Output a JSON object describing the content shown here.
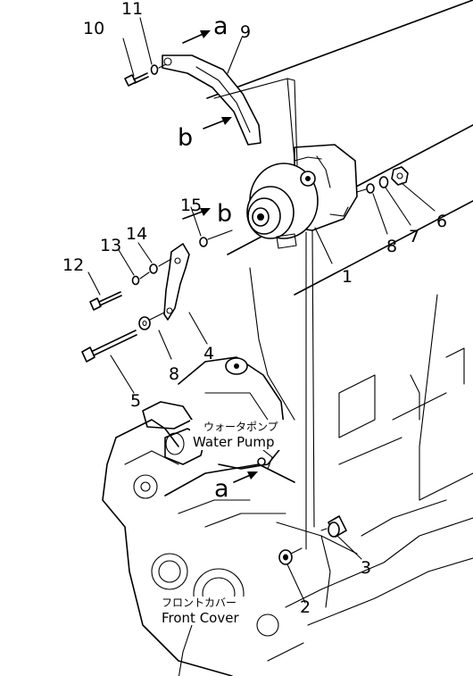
{
  "callouts": {
    "c1": "1",
    "c2": "2",
    "c3": "3",
    "c4": "4",
    "c5": "5",
    "c6": "6",
    "c7": "7",
    "c8a": "8",
    "c8b": "8",
    "c9": "9",
    "c10": "10",
    "c11": "11",
    "c12": "12",
    "c13": "13",
    "c14": "14",
    "c15": "15"
  },
  "view_markers": {
    "a_top": "a",
    "a_bottom": "a",
    "b_left": "b",
    "b_right": "b"
  },
  "labels": {
    "water_pump_jp": "ウォータポンプ",
    "water_pump_en": "Water Pump",
    "front_cover_jp": "フロントカバー",
    "front_cover_en": "Front Cover"
  }
}
